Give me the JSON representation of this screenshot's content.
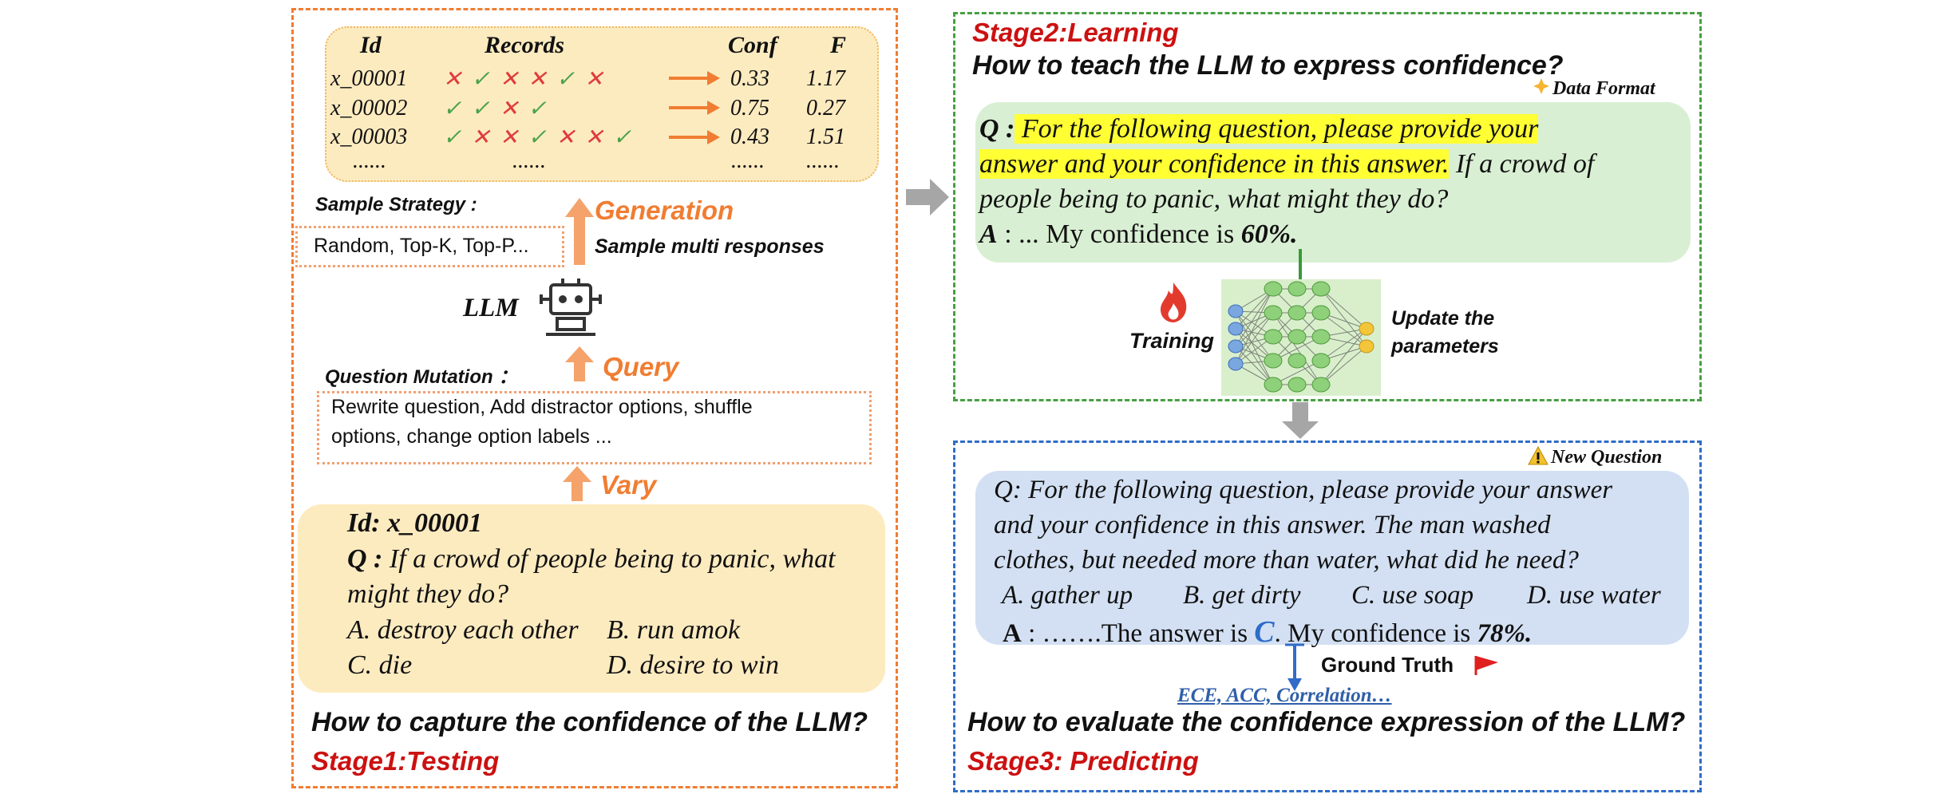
{
  "stage1": {
    "table": {
      "headers": [
        "Id",
        "Records",
        "Conf",
        "F"
      ],
      "rows": [
        {
          "id": "x_00001",
          "marks": "✕✓✕✕✓✕",
          "conf": "0.33",
          "f": "1.17"
        },
        {
          "id": "x_00002",
          "marks": "✓✓✕✓",
          "conf": "0.75",
          "f": "0.27"
        },
        {
          "id": "x_00003",
          "marks": "✓✕✕✓✕✕✓",
          "conf": "0.43",
          "f": "1.51"
        }
      ],
      "ellipsis_id": "......",
      "ellipsis_records": "......",
      "ellipsis_conf": "......",
      "ellipsis_f": "......"
    },
    "sample_strategy_label": "Sample Strategy :",
    "sample_strategy_text": "Random, Top-K, Top-P...",
    "generation_label": "Generation",
    "sample_multi_label": "Sample multi responses",
    "llm_label": "LLM",
    "question_mutation_label": "Question Mutation ：",
    "mutation_line1": "Rewrite question, Add distractor options, shuffle",
    "mutation_line2": "options, change option labels ...",
    "query_label": "Query",
    "vary_label": "Vary",
    "question": {
      "id_line": "Id: x_00001",
      "q_prefix": "Q :",
      "q_line1": " If a crowd of people being to panic, what",
      "q_line2": "might they do?",
      "opt_a": "A. destroy each other",
      "opt_b": "B. run amok",
      "opt_c": "C. die",
      "opt_d": "D. desire to win"
    },
    "bottom_question": "How to capture the confidence of the LLM?",
    "stage_title": "Stage1:Testing"
  },
  "stage2": {
    "stage_title": "Stage2:Learning",
    "question": "How to teach the LLM to express confidence?",
    "data_format_label": "Data Format",
    "q_prefix": "Q :",
    "hl_line1": " For the following question, please provide your",
    "hl_line2": "answer and your confidence in this answer.",
    "rest_line2": " If a crowd of",
    "line3": "people being to panic, what might they do?",
    "a_prefix": "A",
    "a_mid": " : ... My confidence is ",
    "a_conf": "60%.",
    "training_label": "Training",
    "update_line1": "Update the",
    "update_line2": "parameters"
  },
  "stage3": {
    "new_question_label": "New Question",
    "q_line1": "Q: For the following question, please provide your answer",
    "q_line2": "and your confidence in this answer. The man washed",
    "q_line3": "clothes, but needed more than water, what did he need?",
    "opt_a": "A. gather up",
    "opt_b": "B. get dirty",
    "opt_c": "C. use soap",
    "opt_d": "D. use water",
    "a_prefix": "A",
    "a_text1": " :  …….The answer is ",
    "a_answer": "C",
    "a_text2": ". My confidence is ",
    "a_conf": "78%.",
    "ground_truth_label": "Ground Truth",
    "metrics_label": "ECE, ACC, Correlation…",
    "bottom_question": "How to evaluate the confidence expression of the LLM?",
    "stage_title": "Stage3: Predicting"
  },
  "colors": {
    "orange": "#f07d32",
    "green_border": "#46a041",
    "blue_border": "#2f6cc8",
    "stage_red": "#cc1111",
    "highlight": "#ffff33"
  }
}
